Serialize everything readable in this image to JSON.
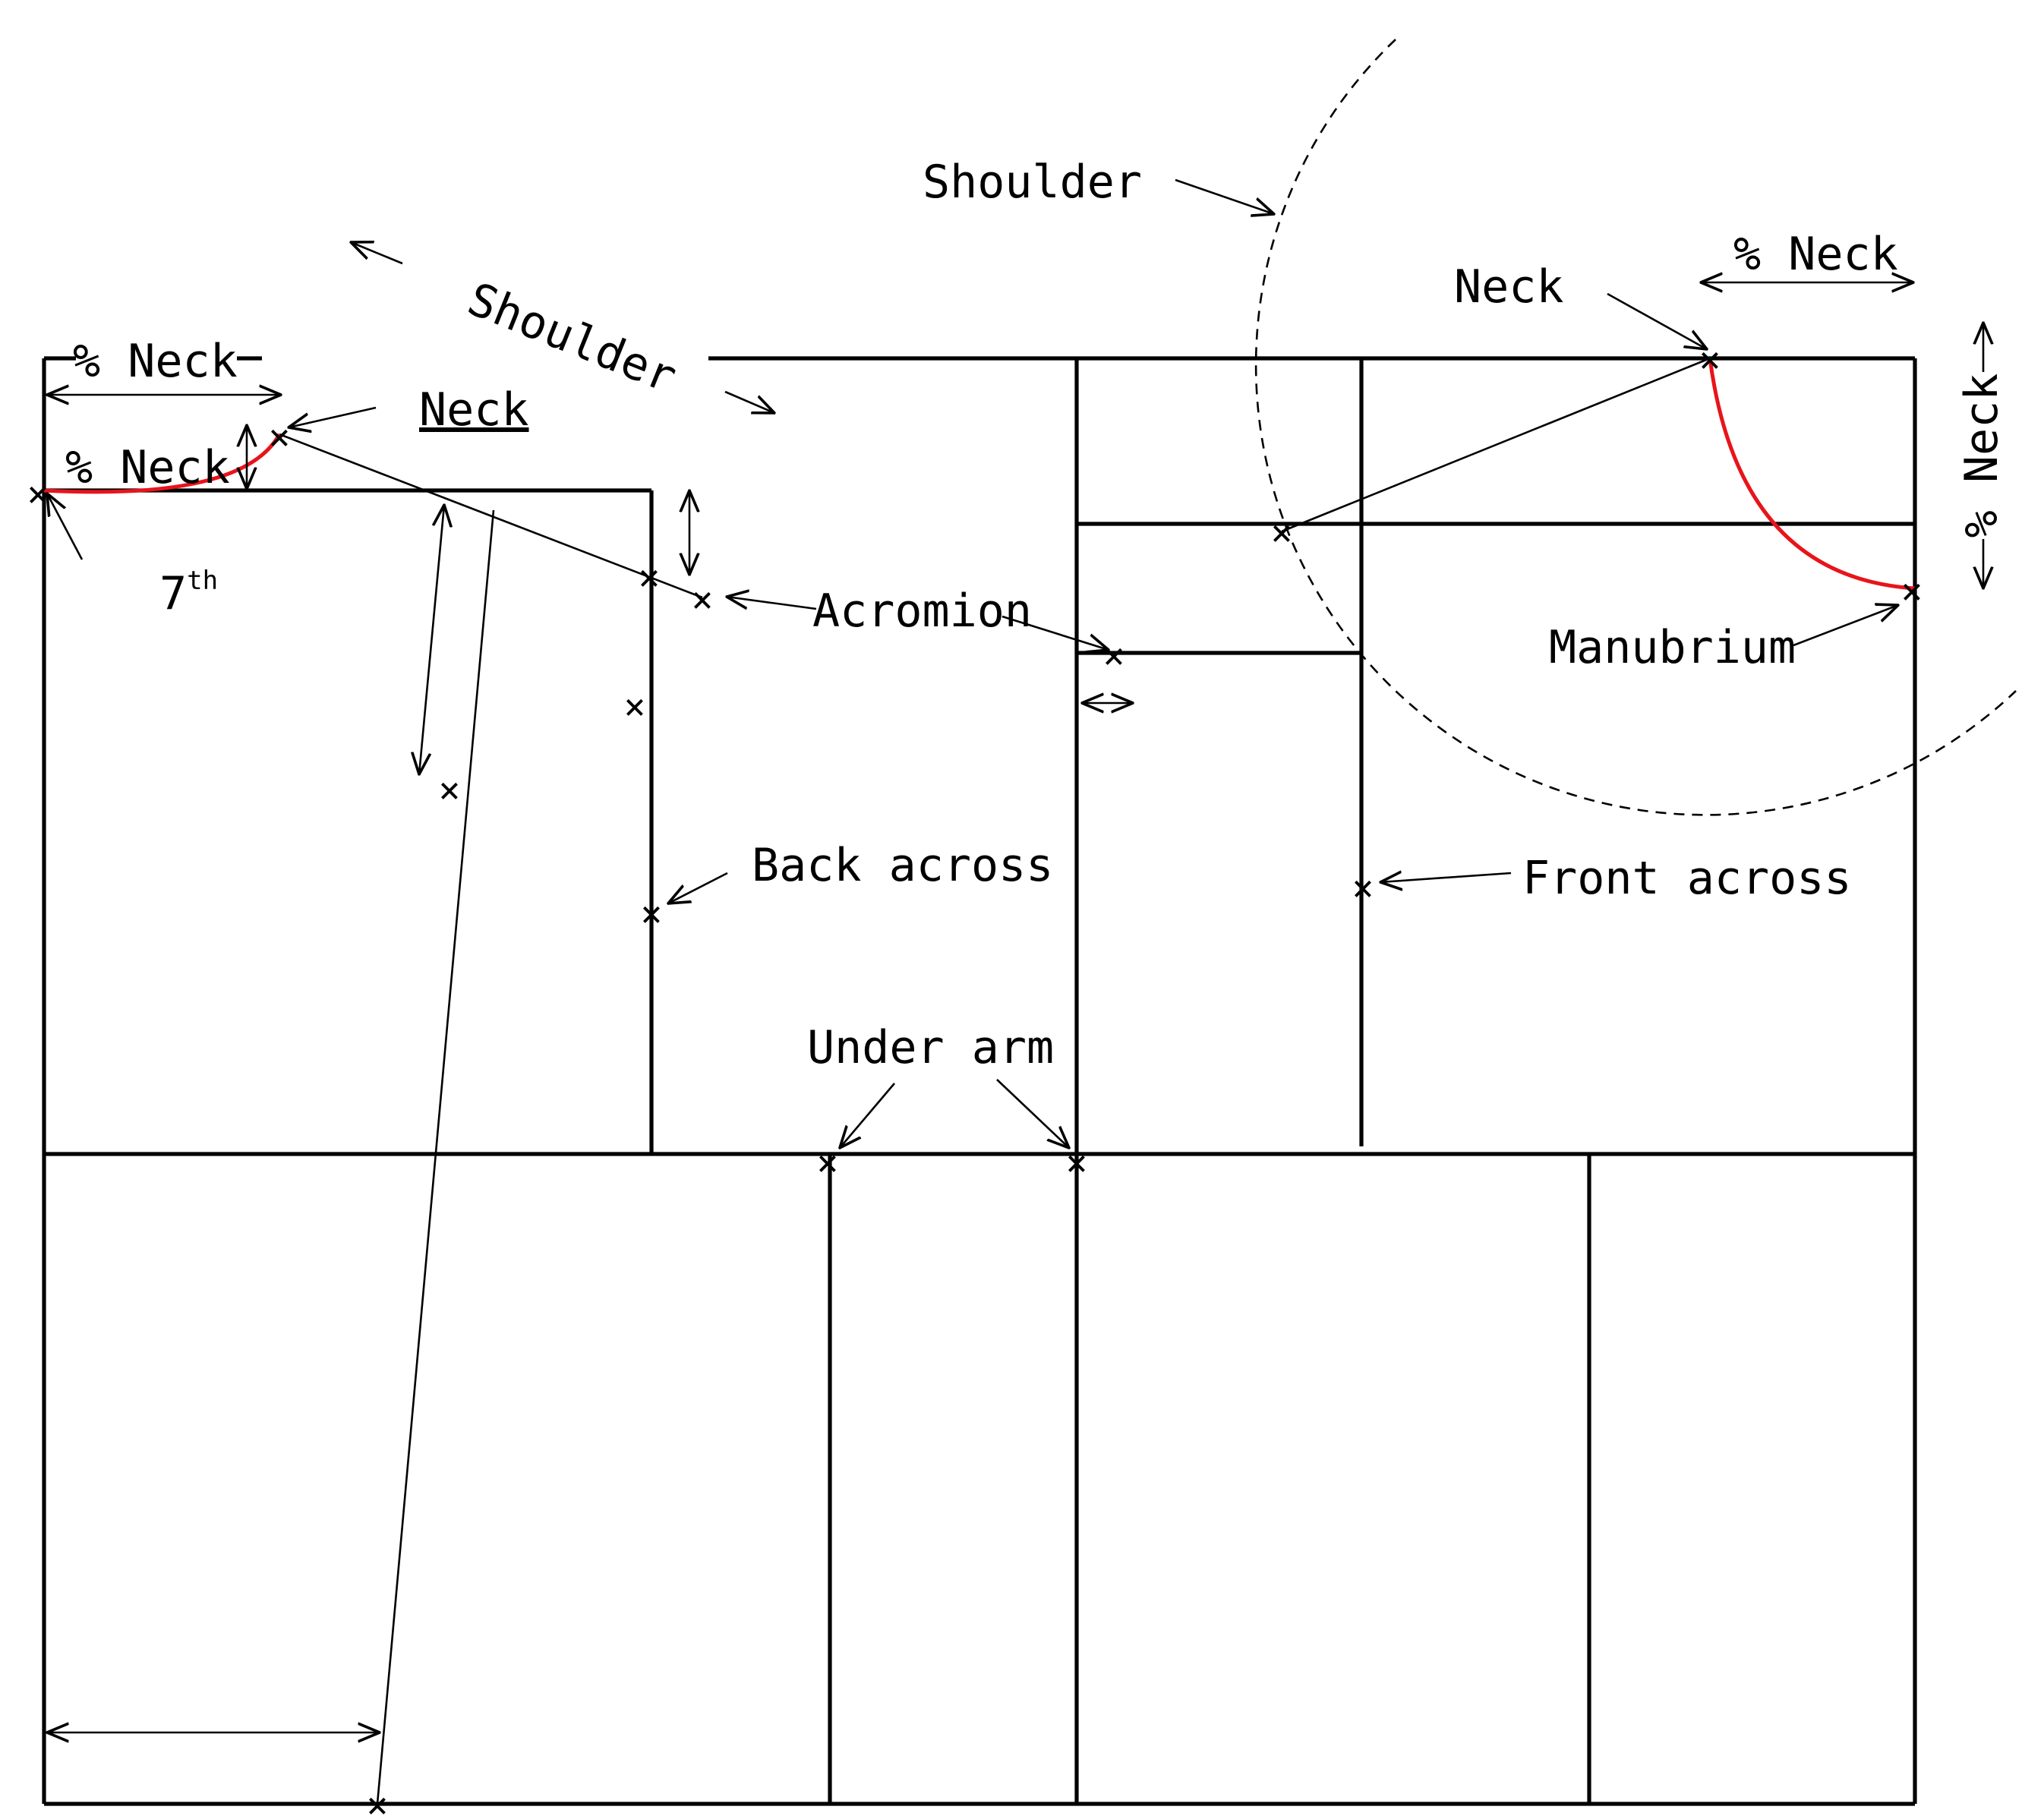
{
  "colors": {
    "line": "#000000",
    "curve": "#e8141b",
    "background": "#ffffff",
    "guide": "#000000"
  },
  "labels": {
    "shoulder_top": "Shoulder",
    "shoulder_back": "Shoulder",
    "neck_front": "Neck",
    "neck_back": "Neck",
    "pct_neck_top_left": "% Neck",
    "pct_neck_left": "% Neck",
    "pct_neck_top_right": "% Neck",
    "pct_neck_right_vertical": "% Neck",
    "seventh": "7",
    "seventh_sup": "th",
    "acromion": "Acromion",
    "manubrium": "Manubrium",
    "back_across": "Back across",
    "front_across": "Front across",
    "under_arm": "Under arm"
  }
}
